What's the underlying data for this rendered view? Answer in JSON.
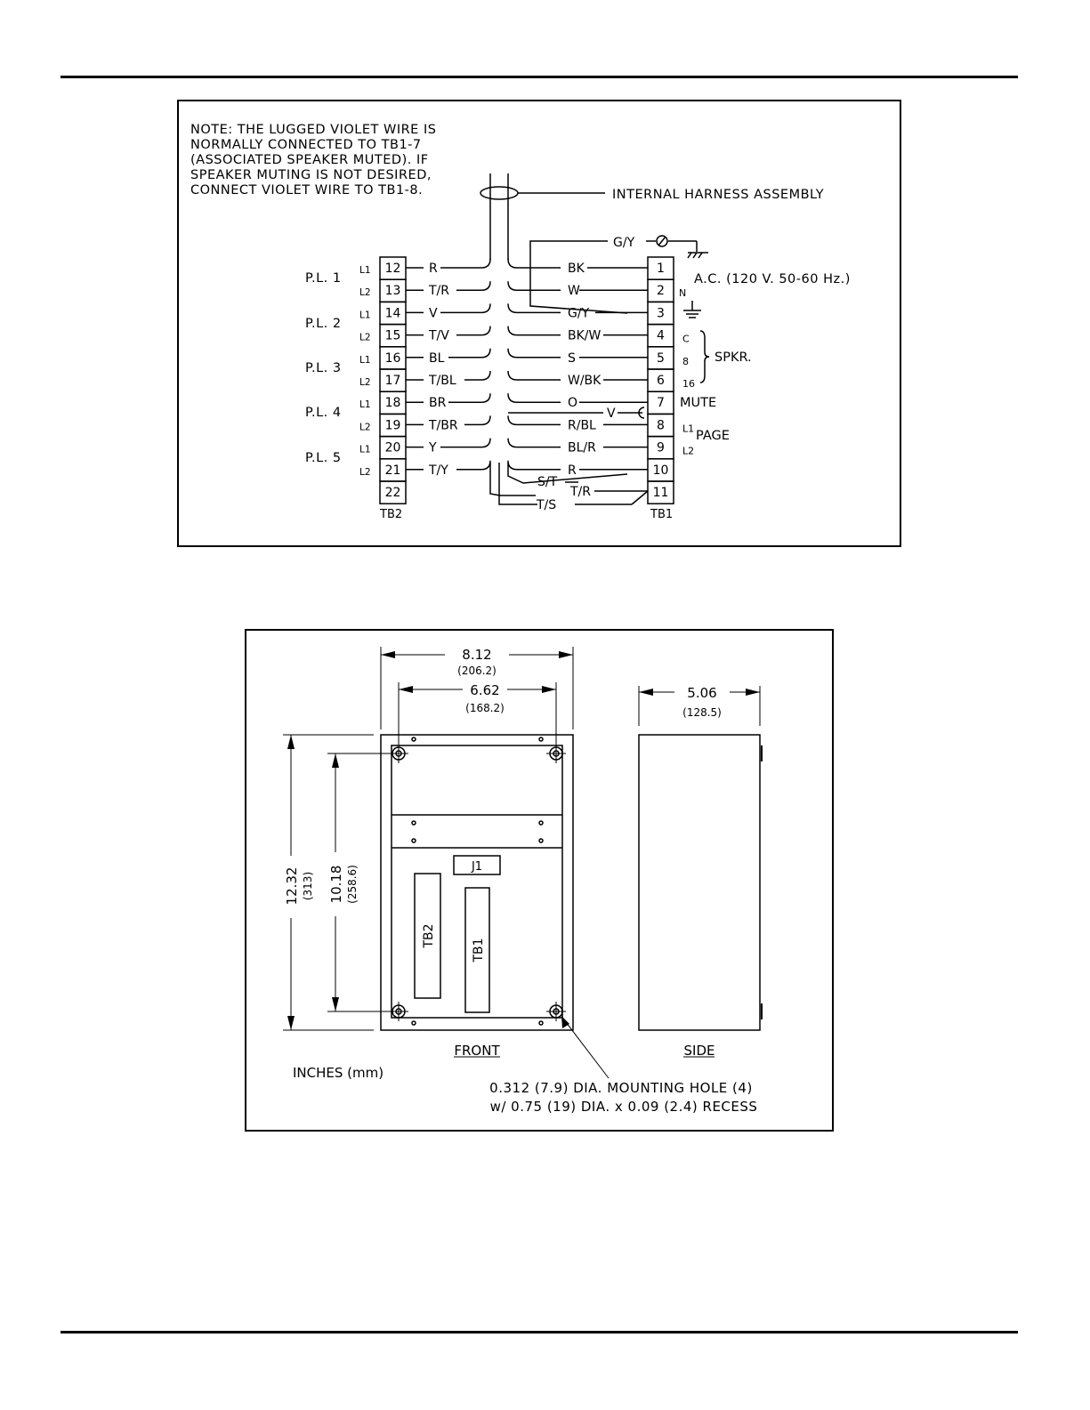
{
  "wiring": {
    "note": [
      "NOTE: THE LUGGED VIOLET WIRE IS",
      "NORMALLY CONNECTED TO TB1-7",
      "(ASSOCIATED SPEAKER MUTED). IF",
      "SPEAKER MUTING IS NOT DESIRED,",
      "CONNECT VIOLET WIRE TO TB1-8."
    ],
    "harness_label": "INTERNAL HARNESS ASSEMBLY",
    "ground_wire_label": "G/Y",
    "ac_label": "A.C. (120 V. 50-60 Hz.)",
    "neutral_label": "N",
    "tb1_label": "TB1",
    "tb2_label": "TB2",
    "tb2_rows": [
      {
        "num": "12",
        "line": "L1",
        "wire": "R"
      },
      {
        "num": "13",
        "line": "L2",
        "wire": "T/R"
      },
      {
        "num": "14",
        "line": "L1",
        "wire": "V"
      },
      {
        "num": "15",
        "line": "L2",
        "wire": "T/V"
      },
      {
        "num": "16",
        "line": "L1",
        "wire": "BL"
      },
      {
        "num": "17",
        "line": "L2",
        "wire": "T/BL"
      },
      {
        "num": "18",
        "line": "L1",
        "wire": "BR"
      },
      {
        "num": "19",
        "line": "L2",
        "wire": "T/BR"
      },
      {
        "num": "20",
        "line": "L1",
        "wire": "Y"
      },
      {
        "num": "21",
        "line": "L2",
        "wire": "T/Y"
      },
      {
        "num": "22",
        "line": "",
        "wire": ""
      }
    ],
    "party_lines": [
      "P.L. 1",
      "P.L. 2",
      "P.L. 3",
      "P.L. 4",
      "P.L. 5"
    ],
    "tb1_rows": [
      {
        "num": "1",
        "wire": "BK",
        "right": ""
      },
      {
        "num": "2",
        "wire": "W",
        "right": ""
      },
      {
        "num": "3",
        "wire": "G/Y",
        "right": ""
      },
      {
        "num": "4",
        "wire": "BK/W",
        "right": "C"
      },
      {
        "num": "5",
        "wire": "S",
        "right": "8"
      },
      {
        "num": "6",
        "wire": "W/BK",
        "right": "16"
      },
      {
        "num": "7",
        "wire": "O",
        "right": "MUTE"
      },
      {
        "num": "8",
        "wire": "R/BL",
        "right": "L1"
      },
      {
        "num": "9",
        "wire": "BL/R",
        "right": "L2"
      },
      {
        "num": "10",
        "wire": "R",
        "right": ""
      },
      {
        "num": "11",
        "wire": "",
        "right": ""
      }
    ],
    "spkr_label": "SPKR.",
    "page_label": "PAGE",
    "violet_label": "V",
    "bottom_labels": {
      "st": "S/T",
      "tr": "T/R",
      "ts": "T/S"
    }
  },
  "dimensions": {
    "width_outer": "8.12",
    "width_outer_mm": "(206.2)",
    "width_inner": "6.62",
    "width_inner_mm": "(168.2)",
    "depth": "5.06",
    "depth_mm": "(128.5)",
    "height_outer": "12.32",
    "height_outer_mm": "(313)",
    "height_inner": "10.18",
    "height_inner_mm": "(258.6)",
    "j1_label": "J1",
    "tb1_label": "TB1",
    "tb2_label": "TB2",
    "front_label": "FRONT",
    "side_label": "SIDE",
    "units_label": "INCHES (mm)",
    "hole_note_line1": "0.312 (7.9) DIA. MOUNTING HOLE (4)",
    "hole_note_line2": "w/ 0.75 (19) DIA. x 0.09 (2.4) RECESS"
  }
}
